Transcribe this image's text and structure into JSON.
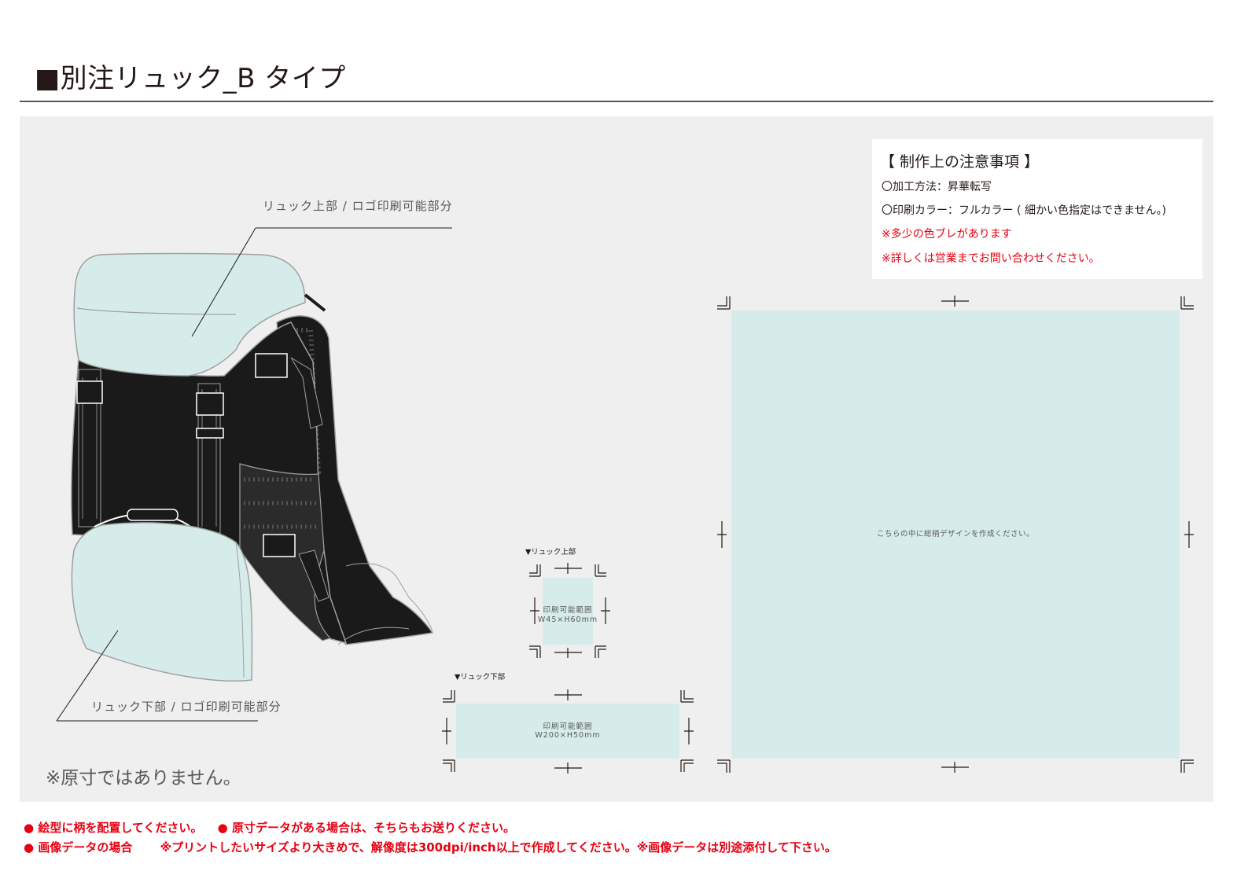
{
  "page": {
    "title": "■別注リュック_B タイプ"
  },
  "notes": {
    "heading": "【 制作上の注意事項 】",
    "processing": "〇加工方法：昇華転写",
    "print_color": "〇印刷カラー：フルカラー ( 細かい色指定はできません。)",
    "warning_color_shift": "※多少の色ブレがあります",
    "warning_contact": "※詳しくは営業までお問い合わせください。"
  },
  "illustration": {
    "upper_label": "リュック上部 / ロゴ印刷可能部分",
    "lower_label": "リュック下部 / ロゴ印刷可能部分",
    "scale_note": "※原寸ではありません。"
  },
  "templates": {
    "upper": {
      "label": "▼リュック上部",
      "area_title": "印刷可能範囲",
      "area_size": "W45×H60mm"
    },
    "lower": {
      "label": "▼リュック下部",
      "area_title": "印刷可能範囲",
      "area_size": "W200×H50mm"
    },
    "main": {
      "instruction": "こちらの中に総柄デザインを作成ください。"
    }
  },
  "footer": {
    "bullet": "●",
    "item1": "絵型に柄を配置してください。",
    "item2": "原寸データがある場合は、そちらもお送りください。",
    "item3": "画像データの場合",
    "item3_detail": "※プリントしたいサイズより大きめで、解像度は300dpi/inch以上で作成してください。※画像データは別途添付して下さい。"
  },
  "colors": {
    "print_area": "#d6ecea",
    "panel_bg": "#eeefee",
    "accent_red": "#e60012",
    "line_dark": "#231815"
  }
}
